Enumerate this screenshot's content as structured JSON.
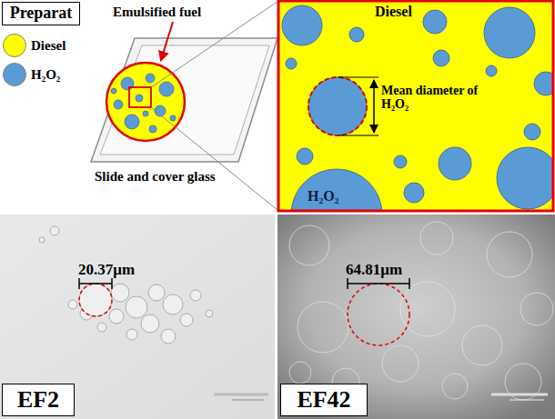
{
  "diagram": {
    "nodes": [
      {
        "text": [
          "Preparat"
        ]
      },
      {
        "text": [
          "EF2"
        ]
      },
      {
        "text": [
          "EF42"
        ]
      }
    ],
    "labels": [
      "Emulsified fuel",
      "Slide and cover glass",
      "Diesel",
      "Mean diameter of H₂O₂",
      "H₂O₂",
      "20.37μm",
      "64.81μm"
    ],
    "legend": [
      {
        "text": "Diesel",
        "color": "#ffff00"
      },
      {
        "text": "H₂O₂",
        "color": "#5b9bd5"
      }
    ]
  }
}
